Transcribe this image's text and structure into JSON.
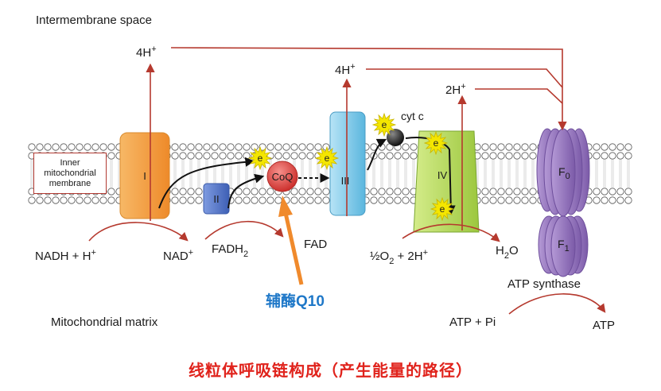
{
  "labels": {
    "intermembrane_space": "Intermembrane space",
    "mitochondrial_matrix": "Mitochondrial matrix",
    "inner_membrane_line1": "Inner",
    "inner_membrane_line2": "mitochondrial",
    "inner_membrane_line3": "membrane",
    "proton_4h_a": "4H",
    "proton_4h_b": "4H",
    "proton_2h": "2H",
    "plus": "+",
    "complex_I": "I",
    "complex_II": "II",
    "complex_III": "III",
    "complex_IV": "IV",
    "coq": "CoQ",
    "cyt_c": "cyt c",
    "electron": "e",
    "f0": "F",
    "f0_sub": "0",
    "f1": "F",
    "f1_sub": "1",
    "atp_synthase": "ATP synthase",
    "nadh": "NADH + H",
    "nad": "NAD",
    "fadh2": "FADH",
    "fadh2_sub": "2",
    "fad": "FAD",
    "oxygen": "½O",
    "oxygen_sub": "2",
    "oxygen_rest": " + 2H",
    "water": "H",
    "water_sub": "2",
    "water_rest": "O",
    "atp_pi": "ATP + Pi",
    "atp": "ATP",
    "coenzyme_q10": "辅酶Q10",
    "caption": "线粒体呼吸链构成（产生能量的路径）"
  },
  "colors": {
    "arrow_red": "#b5392e",
    "orange_arrow": "#f08a2c",
    "caption_red": "#e0231c",
    "q10_blue": "#1f78c8",
    "complex_I": "#f5a548",
    "complex_II": "#5b7fcf",
    "complex_III": "#8fd0ec",
    "complex_IV": "#b9dc62",
    "coq": "#e0413f",
    "atp_synthase": "#9a7bc0",
    "electron_star": "#f4e600"
  }
}
